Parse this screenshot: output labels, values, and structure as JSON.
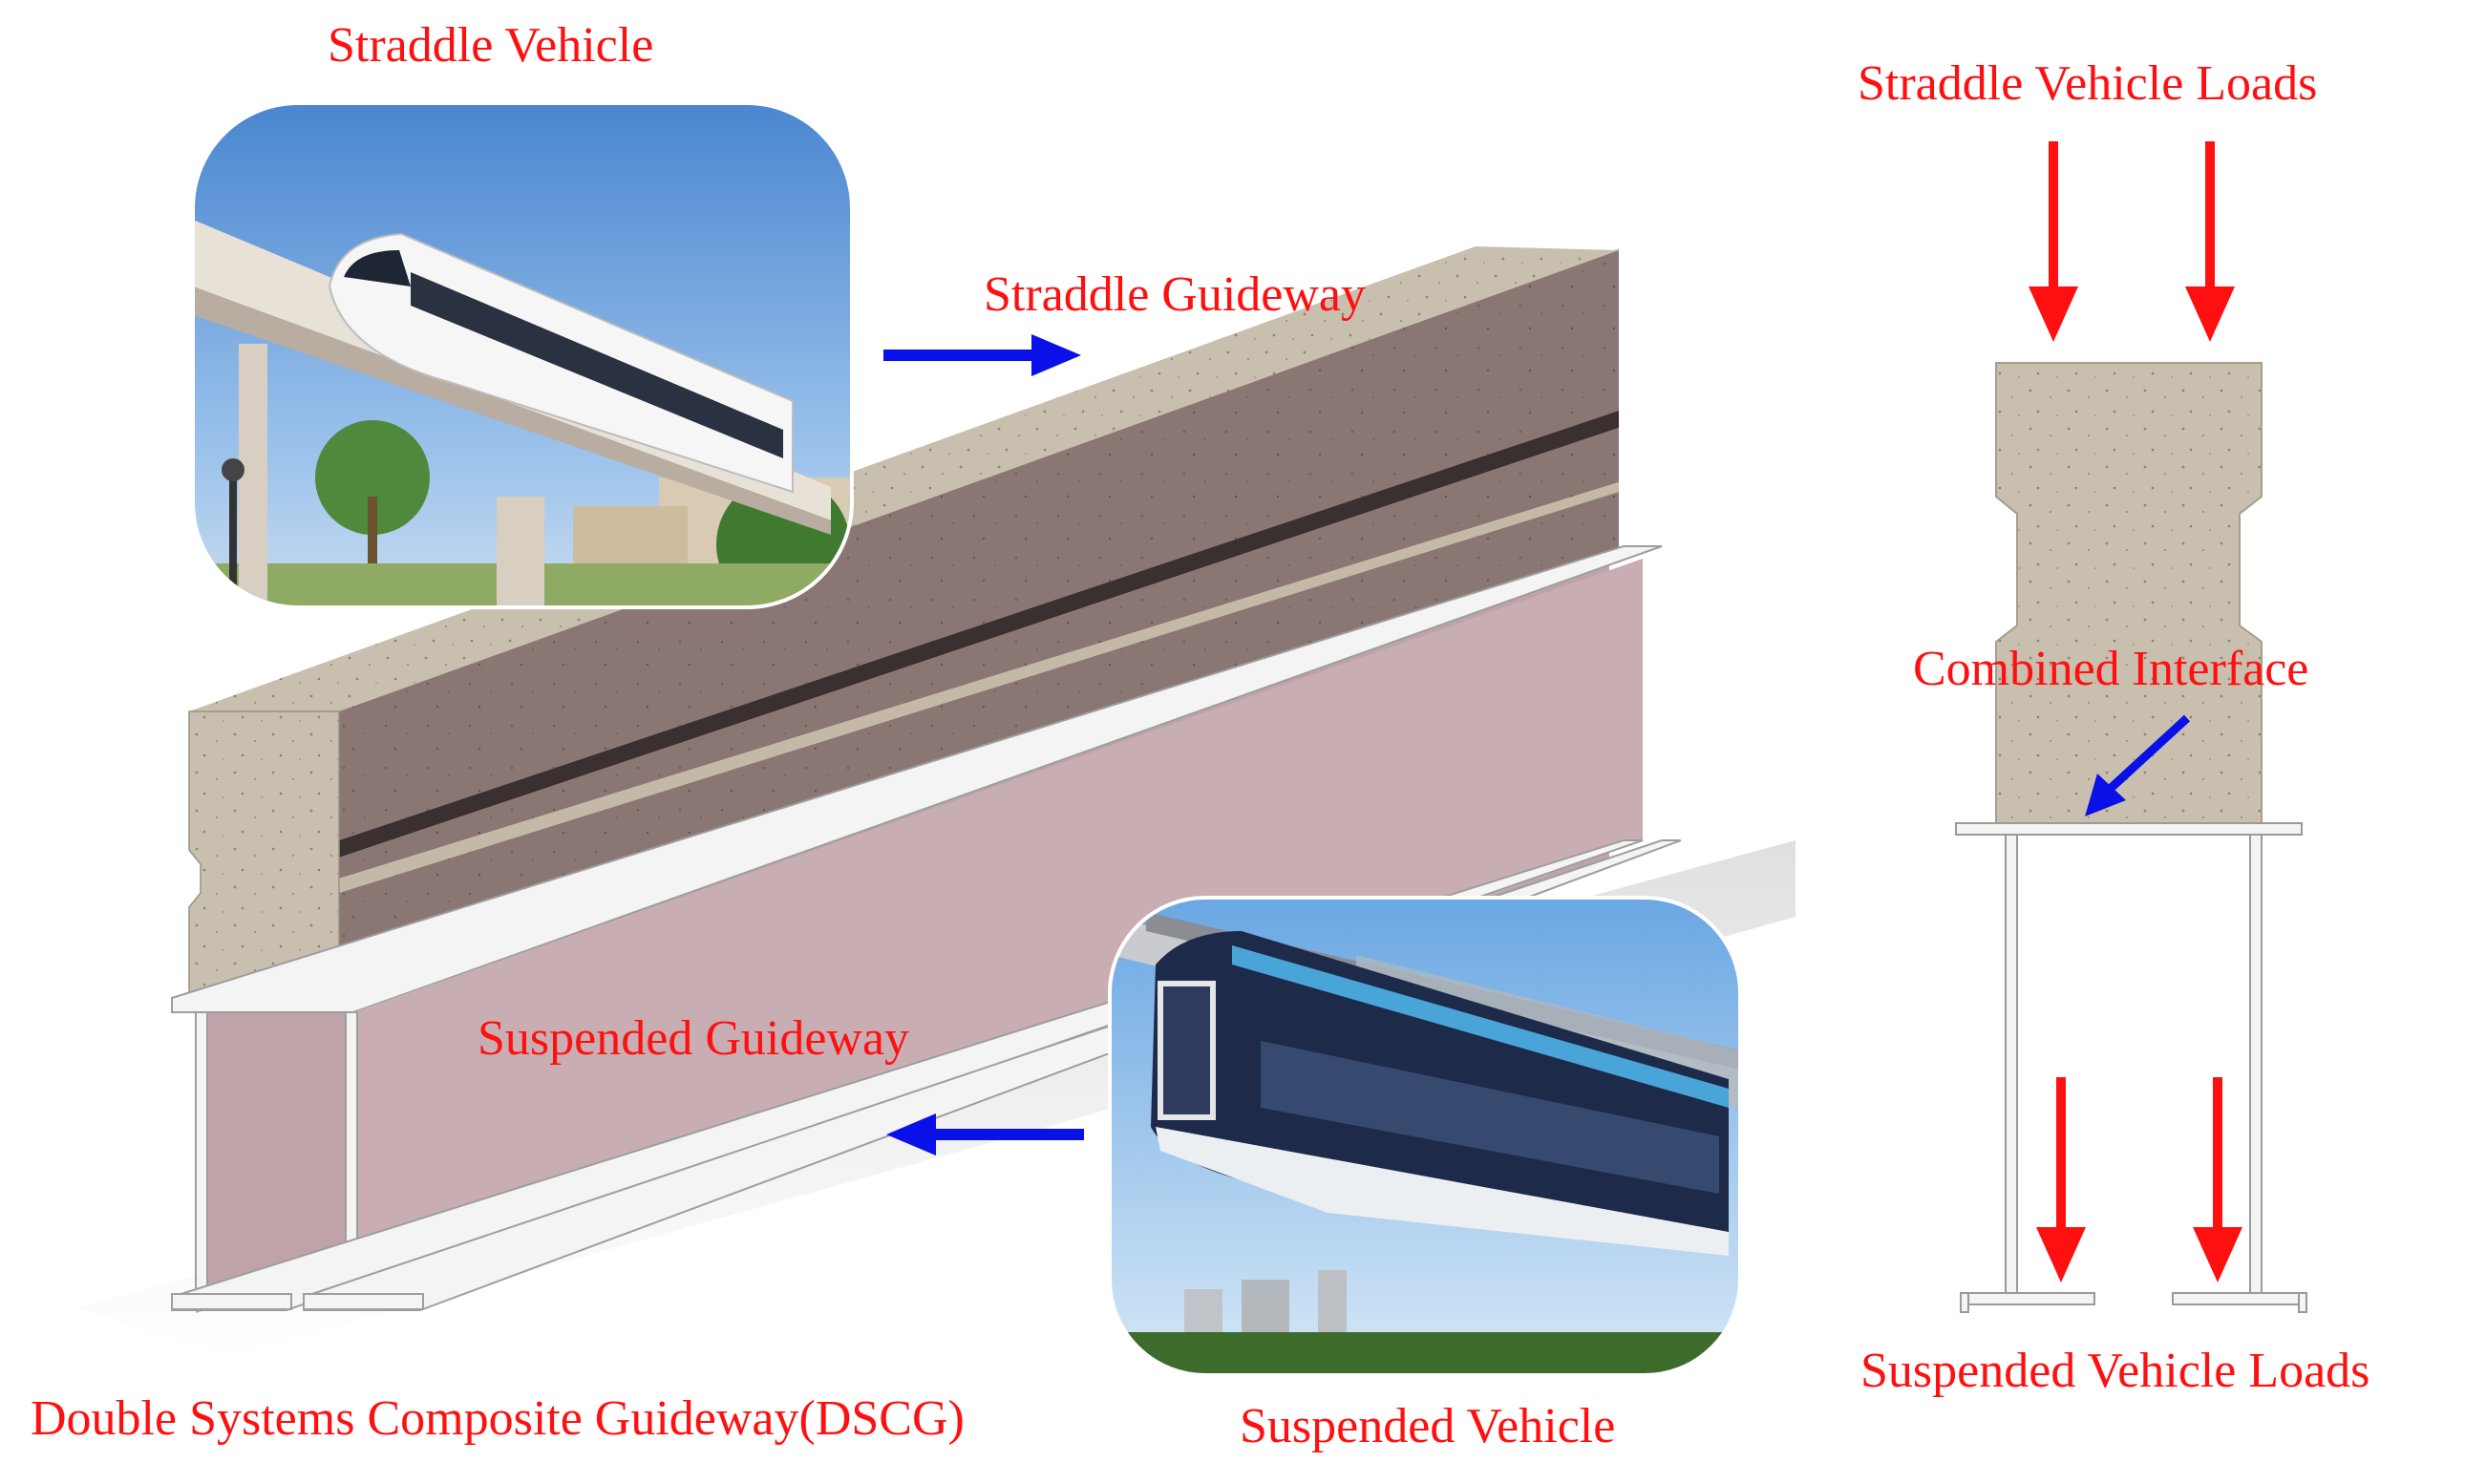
{
  "labels": {
    "straddle_vehicle": "Straddle Vehicle",
    "straddle_guideway": "Straddle Guideway",
    "suspended_guideway": "Suspended Guideway",
    "dscg": "Double Systems Composite Guideway(DSCG)",
    "suspended_vehicle": "Suspended Vehicle",
    "straddle_vehicle_loads": "Straddle Vehicle Loads",
    "combined_interface": "Combined Interface",
    "suspended_vehicle_loads": "Suspended Vehicle Loads"
  },
  "colors": {
    "label_red": "#ff1010",
    "arrow_blue": "#0a10e8",
    "load_arrow_red": "#ff1010",
    "concrete": "#c9bfae",
    "concrete_side": "#8a7672",
    "steel_web": "#c8aeb2",
    "steel_flange": "#f2f2f2"
  }
}
